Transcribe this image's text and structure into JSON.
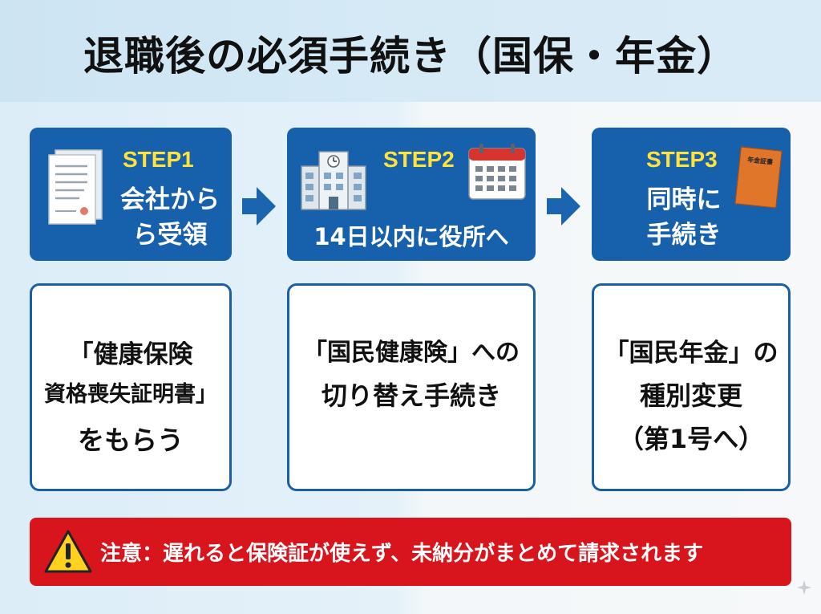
{
  "title": "退職後の必須手続き（国保・年金）",
  "steps": [
    {
      "label": "STEP1",
      "lines": [
        "会社から",
        "ら受領"
      ],
      "detail": [
        "「健康保険",
        "資格喪失証明書」",
        "をもらう"
      ]
    },
    {
      "label": "STEP2",
      "lines": [
        "14日以内に役所へ"
      ],
      "detail": [
        "「国民健康険」への",
        "切り替え手続き"
      ]
    },
    {
      "label": "STEP3",
      "lines": [
        "同時に",
        "手続き"
      ],
      "booklet_text": "年金証書",
      "detail": [
        "「国民年金」の",
        "種別変更",
        "（第1号へ）"
      ]
    }
  ],
  "warning": {
    "text": "注意：遅れると保険証が使えず、未納分がまとめて請求されます"
  },
  "colors": {
    "step_blue": "#1760ab",
    "step_label_yellow": "#ffe23a",
    "warning_red": "#d8141c"
  }
}
